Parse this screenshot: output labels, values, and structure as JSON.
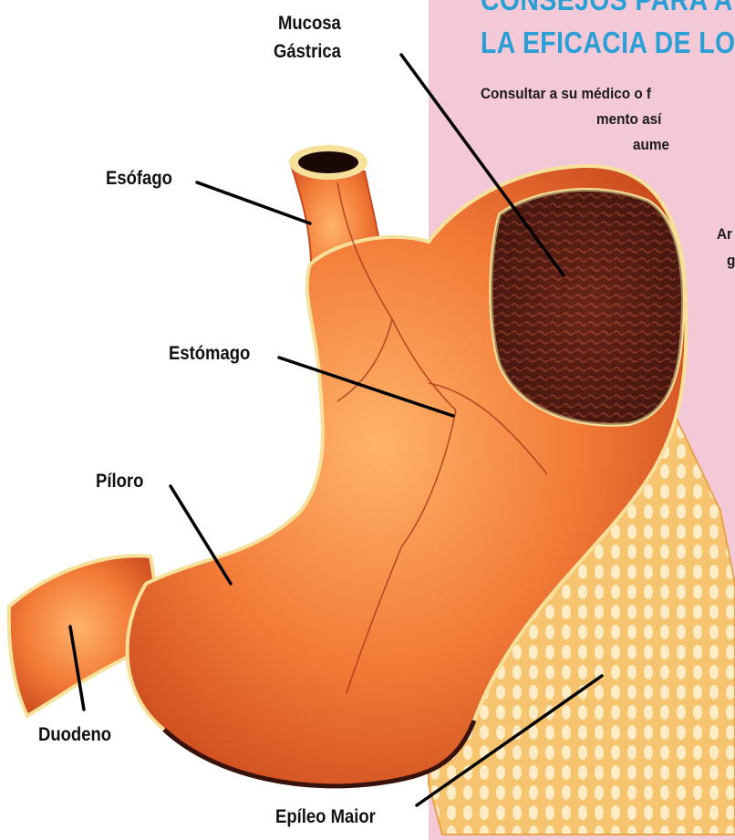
{
  "panel": {
    "background": "#f3c9d8",
    "heading_color": "#2a9fd6",
    "heading_line1": "CONSEJOS PARA A",
    "heading_line2": "LA EFICACIA DE LO",
    "body_lines": [
      "Consultar a su médico o f",
      "mento así",
      "aume",
      "Ar",
      "g"
    ]
  },
  "labels": {
    "mucosa_line1": "Mucosa",
    "mucosa_line2": "Gástrica",
    "esofago": "Esófago",
    "estomago": "Estómago",
    "piloro": "Píloro",
    "duodeno": "Duodeno",
    "epileo": "Epíleo Maior"
  },
  "colors": {
    "stomach": "#e8652a",
    "stomach_light": "#f79a52",
    "mucosa": "#5a1e14",
    "omentum": "#f2b75a",
    "leader_lines": "#000000"
  }
}
